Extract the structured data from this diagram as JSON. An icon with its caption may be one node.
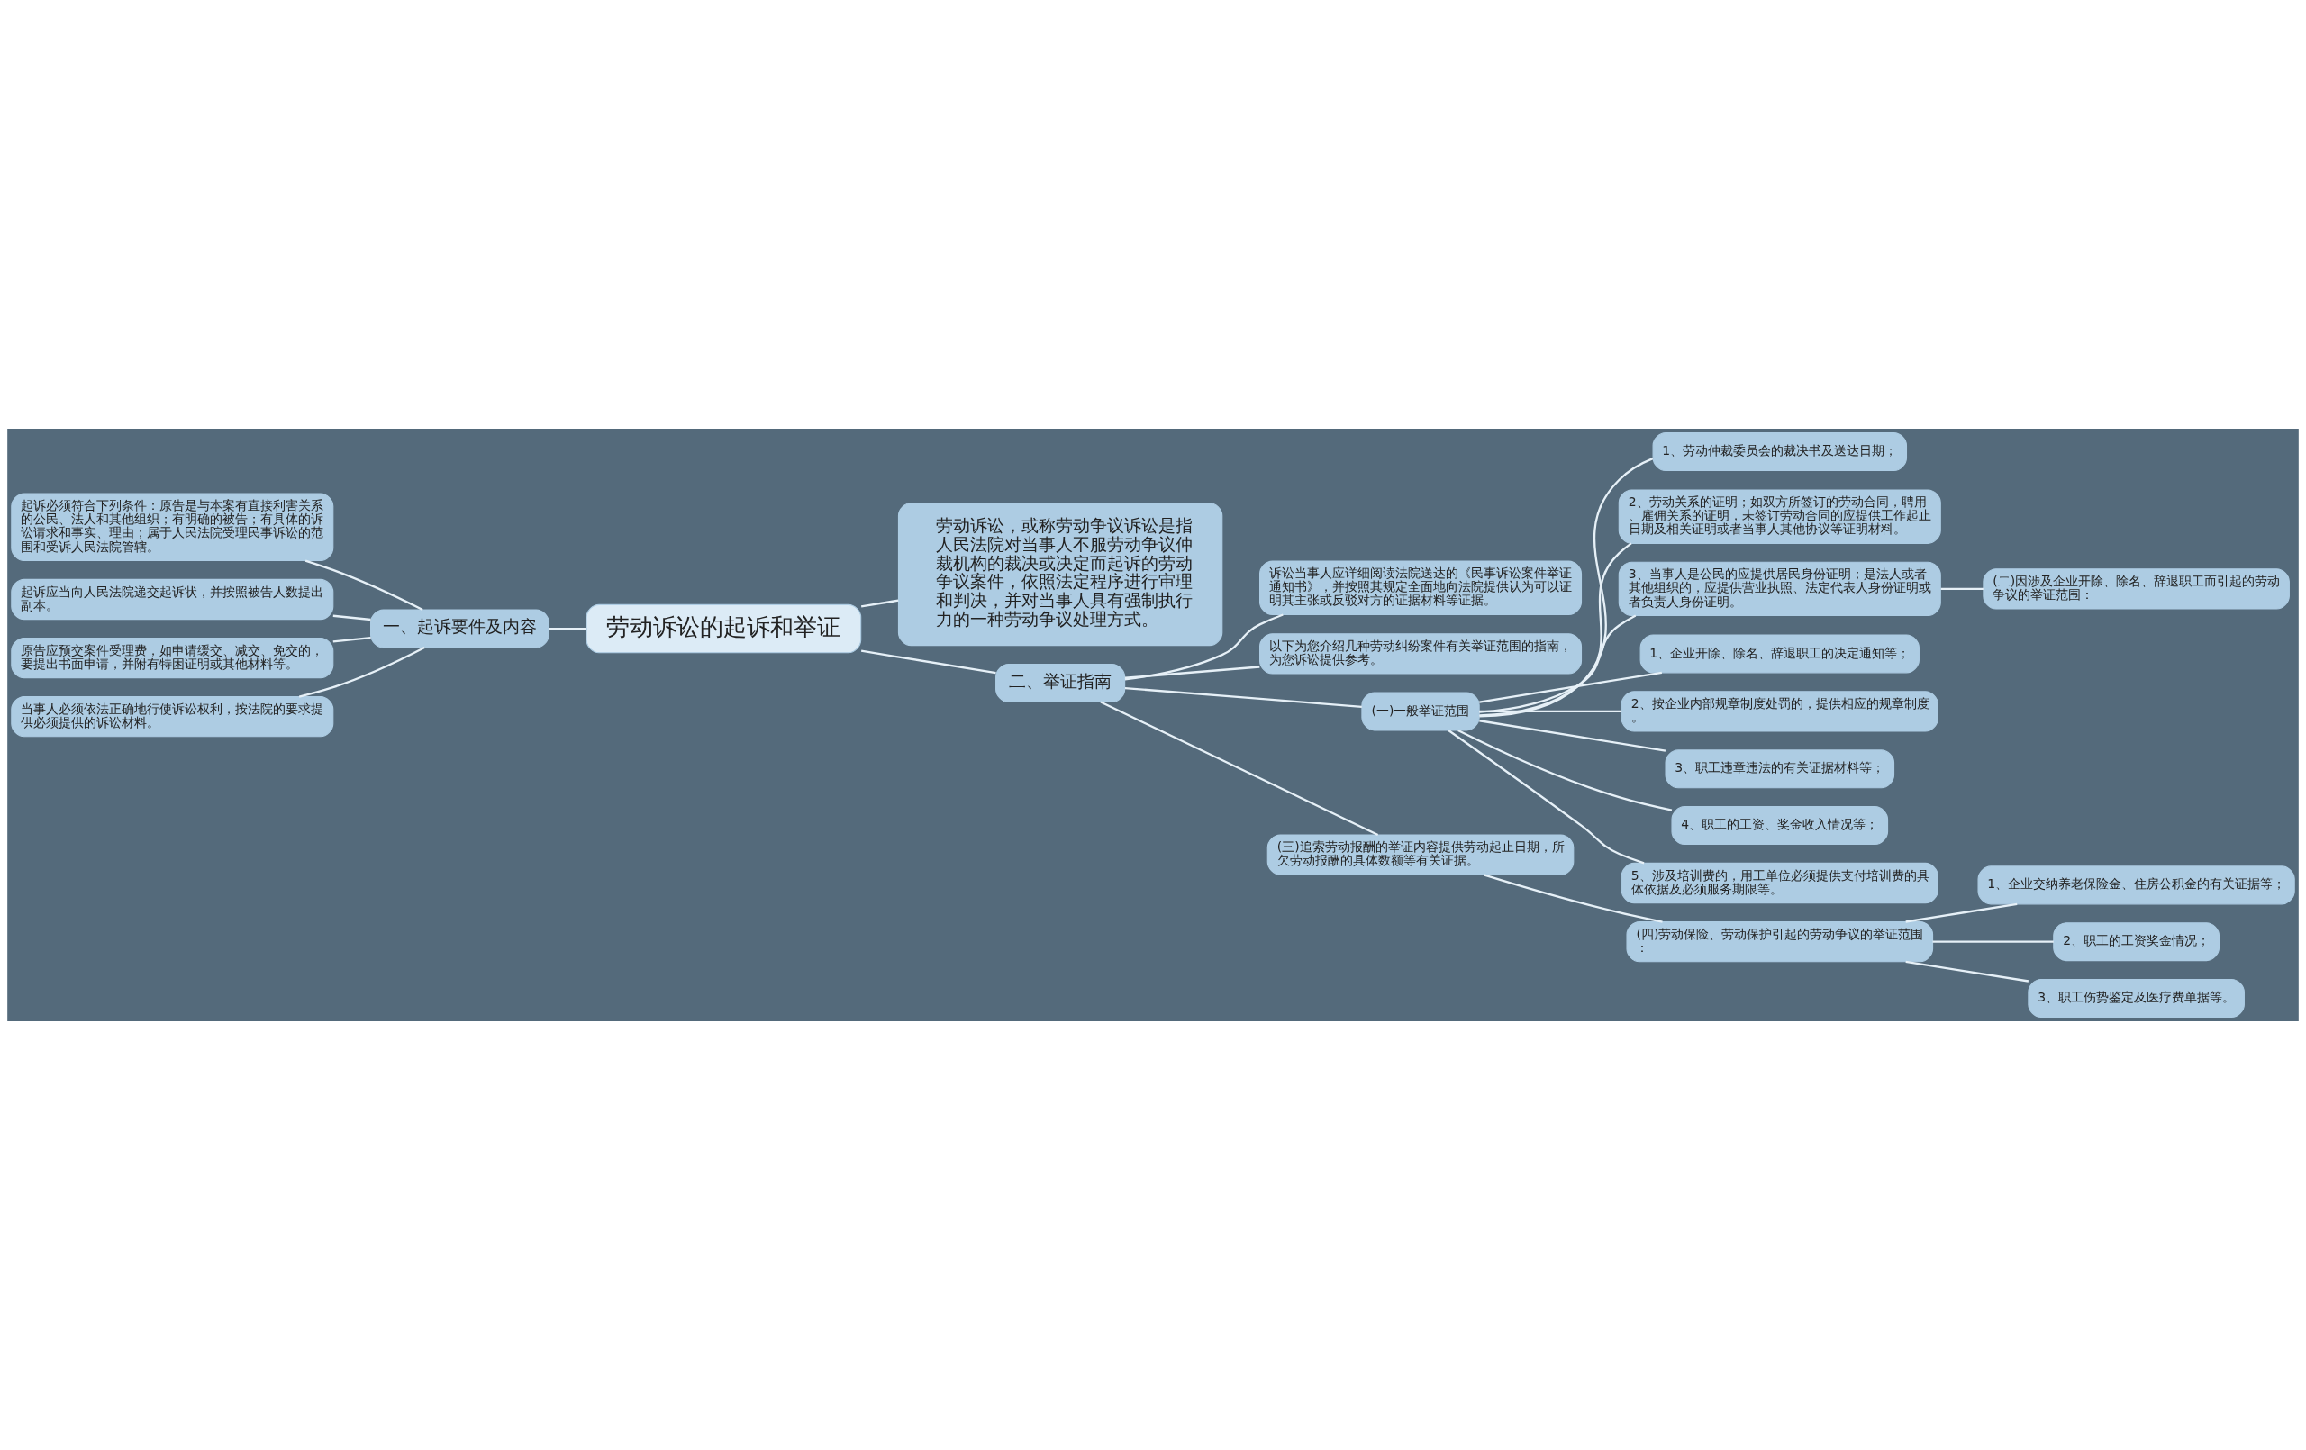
{
  "diagram": {
    "nodes": [
      {
        "text": [
          "劳动诉讼的起诉和举证"
        ]
      },
      {
        "text": [
          "一、起诉要件及内容"
        ]
      },
      {
        "text": [
          "起诉必须符合下列条件：原告是与本案有直接利害关系的公民、法人和其他组织；有明确的被告；有具体的诉讼请求和事实、理由；属于人民法院受理民事诉讼的范围和受诉人民法院管辖。"
        ]
      },
      {
        "text": [
          "起诉应当向人民法院递交起诉状，并按照被告人数提出副本。"
        ]
      },
      {
        "text": [
          "原告应预交案件受理费，如申请缓交、减交、免交的，要提出书面申请，并附有特困证明或其他材料等。"
        ]
      },
      {
        "text": [
          "当事人必须依法正确地行使诉讼权利，按法院的要求提供必须提供的诉讼材料。"
        ]
      },
      {
        "text": [
          "劳动诉讼，或称劳动争议诉讼是指人民法院对当事人不服劳动争议仲裁机构的裁决或决定而起诉的劳动争议案件，依照法定程序进行审理和判决，并对当事人具有强制执行力的一种劳动争议处理方式。"
        ]
      },
      {
        "text": [
          "二、举证指南"
        ]
      },
      {
        "text": [
          "诉讼当事人应详细阅读法院送达的《民事诉讼案件举证通知书》，并按照其规定全面地向法院提供认为可以证明其主张或反驳对方的证据材料等证据。"
        ]
      },
      {
        "text": [
          "以下为您介绍几种劳动纠纷案件有关举证范围的指南，为您诉讼提供参考。"
        ]
      },
      {
        "text": [
          "(一)一般举证范围"
        ]
      },
      {
        "text": [
          "1、劳动仲裁委员会的裁决书及送达日期；"
        ]
      },
      {
        "text": [
          "2、劳动关系的证明；如双方所签订的劳动合同，聘用、雇佣关系的证明，未签订劳动合同的应提供工作起止日期及相关证明或者当事人其他协议等证明材料。"
        ]
      },
      {
        "text": [
          "3、当事人是公民的应提供居民身份证明；是法人或者其他组织的，应提供营业执照、法定代表人身份证明或者负责人身份证明。"
        ]
      },
      {
        "text": [
          "(二)因涉及企业开除、除名、辞退职工而引起的劳动争议的举证范围："
        ]
      },
      {
        "text": [
          "1、企业开除、除名、辞退职工的决定通知等；"
        ]
      },
      {
        "text": [
          "2、按企业内部规章制度处罚的，提供相应的规章制度。"
        ]
      },
      {
        "text": [
          "3、职工违章违法的有关证据材料等；"
        ]
      },
      {
        "text": [
          "4、职工的工资、奖金收入情况等；"
        ]
      },
      {
        "text": [
          "5、涉及培训费的，用工单位必须提供支付培训费的具体依据及必须服务期限等。"
        ]
      },
      {
        "text": [
          "(三)追索劳动报酬的举证内容提供劳动起止日期，所欠劳动报酬的具体数额等有关证据。"
        ]
      },
      {
        "text": [
          "(四)劳动保险、劳动保护引起的劳动争议的举证范围："
        ]
      },
      {
        "text": [
          "1、企业交纳养老保险金、住房公积金的有关证据等；"
        ]
      },
      {
        "text": [
          "2、职工的工资奖金情况；"
        ]
      },
      {
        "text": [
          "3、职工伤势鉴定及医疗费单据等。"
        ]
      }
    ],
    "edges": [
      {
        "from": 1,
        "to": 0,
        "arrow": "none"
      },
      {
        "from": 2,
        "to": 1,
        "arrow": "none"
      },
      {
        "from": 3,
        "to": 1,
        "arrow": "none"
      },
      {
        "from": 4,
        "to": 1,
        "arrow": "none"
      },
      {
        "from": 5,
        "to": 1,
        "arrow": "none"
      },
      {
        "from": 0,
        "to": 6,
        "arrow": "none"
      },
      {
        "from": 0,
        "to": 7,
        "arrow": "none"
      },
      {
        "from": 7,
        "to": 8,
        "arrow": "none"
      },
      {
        "from": 7,
        "to": 9,
        "arrow": "none"
      },
      {
        "from": 7,
        "to": 10,
        "arrow": "none"
      },
      {
        "from": 10,
        "to": 11,
        "arrow": "none"
      },
      {
        "from": 10,
        "to": 12,
        "arrow": "none"
      },
      {
        "from": 10,
        "to": 13,
        "arrow": "none"
      },
      {
        "from": 13,
        "to": 14,
        "arrow": "none"
      },
      {
        "from": 10,
        "to": 15,
        "arrow": "none"
      },
      {
        "from": 10,
        "to": 16,
        "arrow": "none"
      },
      {
        "from": 10,
        "to": 17,
        "arrow": "none"
      },
      {
        "from": 10,
        "to": 18,
        "arrow": "none"
      },
      {
        "from": 10,
        "to": 19,
        "arrow": "none"
      },
      {
        "from": 7,
        "to": 20,
        "arrow": "none"
      },
      {
        "from": 20,
        "to": 21,
        "arrow": "none"
      },
      {
        "from": 21,
        "to": 22,
        "arrow": "none"
      },
      {
        "from": 21,
        "to": 23,
        "arrow": "none"
      },
      {
        "from": 21,
        "to": 24,
        "arrow": "none"
      }
    ]
  }
}
